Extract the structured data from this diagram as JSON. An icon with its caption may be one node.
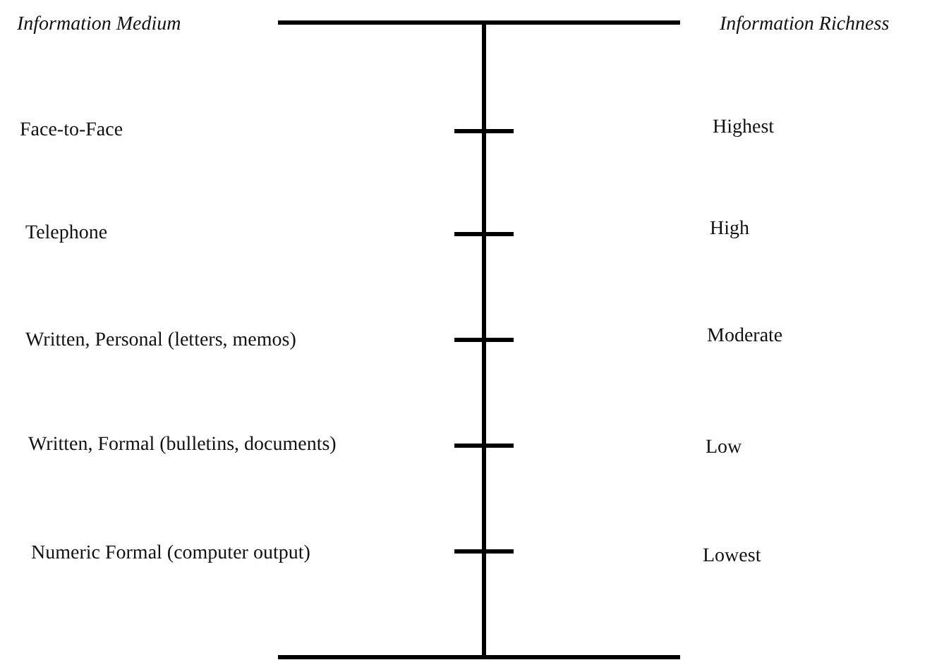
{
  "diagram": {
    "labels": [
      "Information Medium",
      "Information Richness",
      "Face-to-Face",
      "Highest",
      "Telephone",
      "High",
      "Written, Personal (letters, memos)",
      "Moderate",
      "Written, Formal (bulletins, documents)",
      "Low",
      "Numeric Formal (computer output)",
      "Lowest"
    ]
  }
}
